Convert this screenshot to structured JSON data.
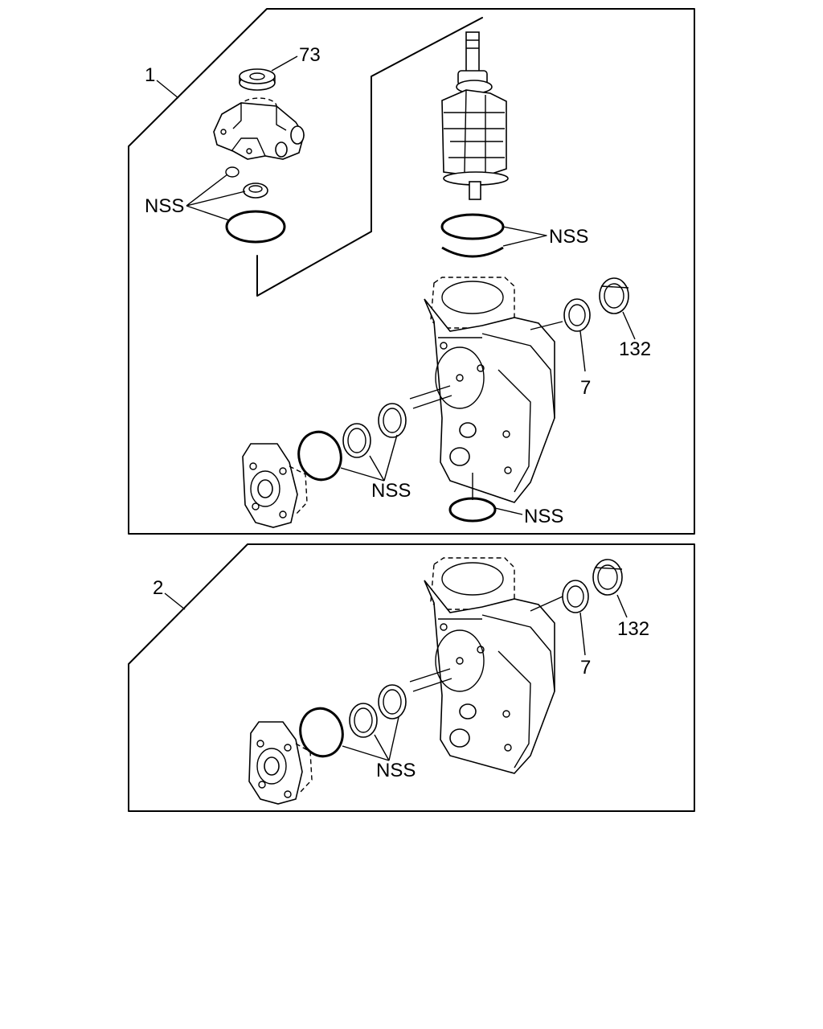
{
  "panels": [
    {
      "callout": "1",
      "labels": {
        "pad": "73",
        "nss_top_left": "NSS",
        "nss_rings": "NSS",
        "nss_front_seals": "NSS",
        "nss_bottom_oring": "NSS",
        "seal_7": "7",
        "seal_132": "132"
      }
    },
    {
      "callout": "2",
      "labels": {
        "nss_front_seals": "NSS",
        "seal_7": "7",
        "seal_132": "132"
      }
    }
  ]
}
